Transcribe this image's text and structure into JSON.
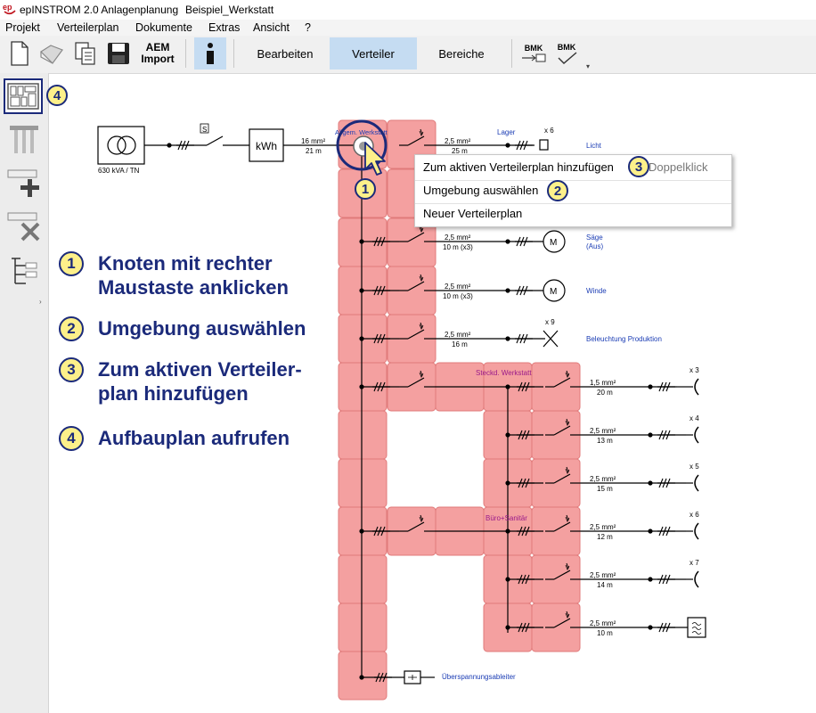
{
  "window": {
    "app_title": "epINSTROM 2.0 Anlagenplanung",
    "document_title": "Beispiel_Werkstatt"
  },
  "menu": [
    "Projekt",
    "Verteilerplan",
    "Dokumente",
    "Extras",
    "Ansicht",
    "?"
  ],
  "toolbar": {
    "aem_label_1": "AEM",
    "aem_label_2": "Import",
    "tabs": [
      "Bearbeiten",
      "Verteiler",
      "Bereiche"
    ],
    "active_tab": "Verteiler",
    "bmk_label": "BMK"
  },
  "colors": {
    "accent_selected": "#c5dcf2",
    "node_fill": "#f4a0a0",
    "node_border": "#e07a7a",
    "annotation_blue": "#1b2a7a",
    "badge_yellow": "#fdf08a",
    "label_blue": "#1a3cb4",
    "label_purple": "#9a1a8a"
  },
  "context_menu": {
    "items": [
      {
        "label": "Zum aktiven Verteilerplan hinzufügen",
        "shortcut": "Doppelklick"
      },
      {
        "label": "Umgebung auswählen"
      },
      {
        "label": "Neuer Verteilerplan"
      }
    ]
  },
  "instructions": [
    {
      "num": "1",
      "text": "Knoten mit rechter\nMaustaste anklicken"
    },
    {
      "num": "2",
      "text": "Umgebung auswählen"
    },
    {
      "num": "3",
      "text": "Zum aktiven Verteiler-\nplan hinzufügen"
    },
    {
      "num": "4",
      "text": "Aufbauplan aufrufen"
    }
  ],
  "badges": {
    "b1": "1",
    "b2": "2",
    "b3": "3",
    "b4": "4"
  },
  "diagram": {
    "transformer_label": "630 kVA / TN",
    "switch_label": "S",
    "meter_label": "kWh",
    "feed_cable_1": "16 mm²",
    "feed_cable_2": "21 m",
    "node_label_main": "Allgem. Werkstatt",
    "node_label_steckd": "Steckd. Werkstatt",
    "node_label_buero": "Büro+Sanitär",
    "lager_label": "Lager",
    "circuits": [
      {
        "c1": "2,5 mm²",
        "c2": "25 m",
        "count": "x 6",
        "label": "Licht"
      },
      {
        "c1": "2,5 mm²",
        "c2": "10 m (x3)",
        "label": "Säge\n(Aus)",
        "motor": "M"
      },
      {
        "c1": "2,5 mm²",
        "c2": "10 m (x3)",
        "label": "Winde",
        "motor": "M"
      },
      {
        "c1": "2,5 mm²",
        "c2": "16 m",
        "count": "x 9",
        "label": "Beleuchtung Produktion"
      },
      {
        "c1": "1,5 mm²",
        "c2": "20 m",
        "count": "x 3"
      },
      {
        "c1": "2,5 mm²",
        "c2": "13 m",
        "count": "x 4"
      },
      {
        "c1": "2,5 mm²",
        "c2": "15 m",
        "count": "x 5"
      },
      {
        "c1": "2,5 mm²",
        "c2": "12 m",
        "count": "x 6"
      },
      {
        "c1": "2,5 mm²",
        "c2": "14 m",
        "count": "x 7"
      },
      {
        "c1": "2,5 mm²",
        "c2": "10 m"
      }
    ],
    "surge_label": "Überspannungsableiter"
  }
}
